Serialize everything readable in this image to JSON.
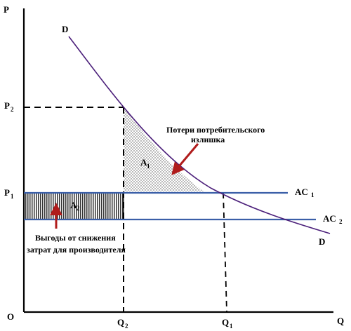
{
  "axes": {
    "y_label": "P",
    "x_label": "Q",
    "origin_label": "O"
  },
  "curves": {
    "demand_label": "D",
    "ac1": {
      "base": "AC",
      "sub": "1"
    },
    "ac2": {
      "base": "AC",
      "sub": "2"
    }
  },
  "prices": {
    "p2": {
      "base": "P",
      "sub": "2"
    },
    "p1": {
      "base": "P",
      "sub": "1"
    }
  },
  "quantities": {
    "q2": {
      "base": "Q",
      "sub": "2"
    },
    "q1": {
      "base": "Q",
      "sub": "1"
    }
  },
  "areas": {
    "a1": {
      "base": "A",
      "sub": "1"
    },
    "a2": {
      "base": "A",
      "sub": "2"
    }
  },
  "annotations": {
    "loss_line1": "Потери потребительского",
    "loss_line2": "излишка",
    "benefit_line1": "Выгоды от снижения",
    "benefit_line2": "затрат для производителя"
  },
  "colors": {
    "demand": "#4b1f7a",
    "ac": "#3b5fa8",
    "arrow": "#b01c1c",
    "hatch": "#000000"
  }
}
